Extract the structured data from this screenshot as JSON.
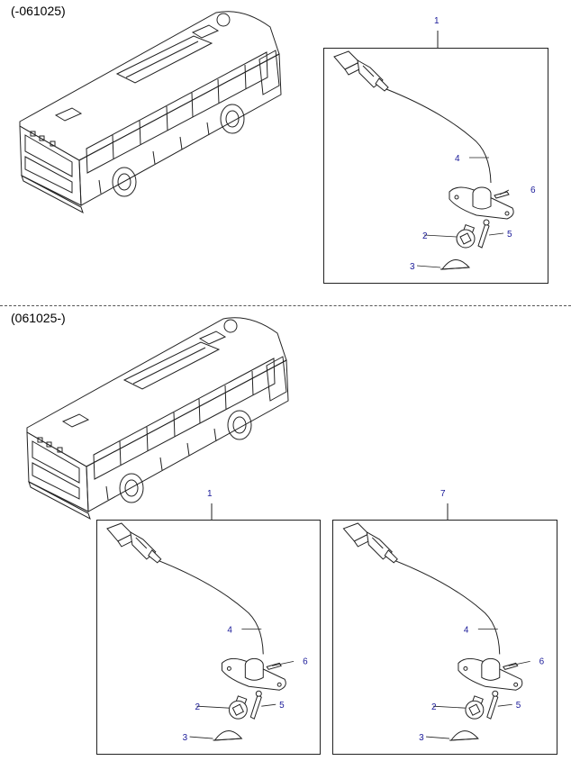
{
  "sections": [
    {
      "range_label": "(-061025)",
      "assemblies": [
        {
          "number": "1",
          "parts": [
            "4",
            "6",
            "2",
            "5",
            "3"
          ]
        }
      ]
    },
    {
      "range_label": "(061025-)",
      "assemblies": [
        {
          "number": "1",
          "parts": [
            "4",
            "6",
            "2",
            "5",
            "3"
          ]
        },
        {
          "number": "7",
          "parts": [
            "4",
            "6",
            "2",
            "5",
            "3"
          ]
        }
      ]
    }
  ],
  "colors": {
    "label": "#1a1a99",
    "line": "#222222"
  }
}
